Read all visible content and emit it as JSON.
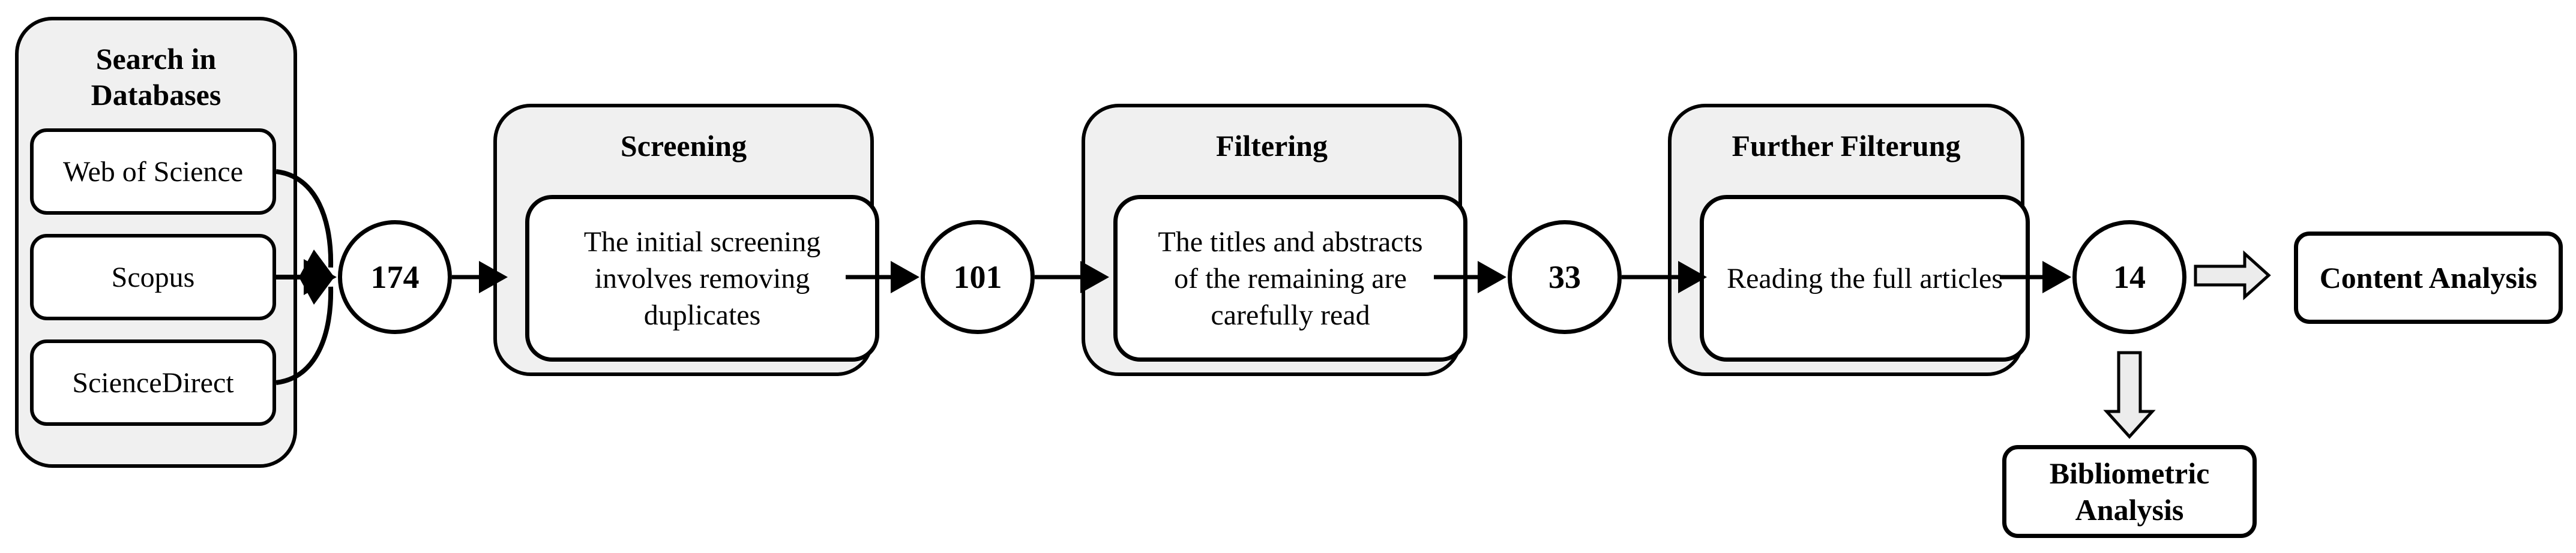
{
  "diagram": {
    "search_group": {
      "title": "Search in\nDatabases",
      "databases": [
        "Web of Science",
        "Scopus",
        "ScienceDirect"
      ]
    },
    "counts": {
      "after_search": "174",
      "after_screening": "101",
      "after_filtering": "33",
      "after_further_filtering": "14"
    },
    "stages": [
      {
        "title": "Screening",
        "description": "The initial screening\ninvolves removing\nduplicates"
      },
      {
        "title": "Filtering",
        "description": "The titles and abstracts\nof the remaining are\ncarefully read"
      },
      {
        "title": "Further Filterung",
        "description": "Reading the full articles"
      }
    ],
    "outputs": {
      "content_analysis": "Content Analysis",
      "bibliometric_analysis": "Bibliometric\nAnalysis"
    },
    "colors": {
      "group_fill": "#f0f0f0",
      "hollow_arrow_fill": "#ececec",
      "line": "#000000",
      "background": "#ffffff"
    }
  }
}
